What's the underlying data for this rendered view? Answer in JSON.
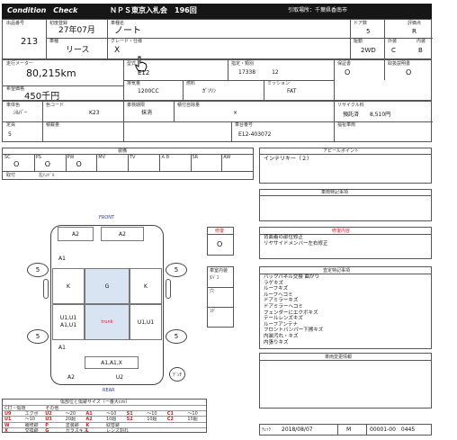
{
  "header": {
    "left": "Condition　Check",
    "center": "ＮＰＳ東京入札会　196回",
    "right": "引取場所：千葉県香南市"
  },
  "row1": {
    "lot_label": "出品番号",
    "lot": "213",
    "first_reg_label": "初度登録",
    "first_reg": "27年07月",
    "model_type_label": "車種",
    "model_type": "リース",
    "name_label": "車種名",
    "name": "ノート",
    "grade_label": "グレード・仕様",
    "grade": "X",
    "doors_label": "ドア数",
    "doors": "5",
    "drive_label": "駆動",
    "drive": "2WD",
    "score_label": "評価点",
    "score": "R",
    "ext_label": "外装",
    "ext": "C",
    "int_label": "内装",
    "int": "B"
  },
  "row2": {
    "mileage_label": "走行メーター",
    "mileage": "80,215km",
    "model_code_label": "型式",
    "model_code": "E12",
    "capacity_label": "指定・類別",
    "capacity": "17338　　　12",
    "displacement_label": "排気量",
    "displacement": "1200CC",
    "fuel_label": "燃料",
    "fuel": "ｶﾞｿﾘﾝ",
    "mission_label": "ミッション",
    "mission": "FAT",
    "warranty_label": "保証書",
    "warranty": "O",
    "manual_label": "取扱説明書",
    "manual": "O",
    "price_label": "希望価格",
    "price": "450千円"
  },
  "row3": {
    "color_label": "車体色",
    "color": "ｼﾙﾊﾞｰ",
    "color_code_label": "色コード",
    "color_code": "K23",
    "inspection_label": "車検期限",
    "inspection": "抹消",
    "recycle_label": "リサイクル料",
    "recycle": "預託済　　8,510円",
    "seats_label": "定員",
    "seats": "5",
    "load_label": "積載量",
    "vin_label": "車台番号",
    "vin": "E12-403072",
    "fuel2_label": "積付自除量",
    "fuel2": "×",
    "welfare_label": "福祉車両"
  },
  "equipment": {
    "title": "装備",
    "labels": [
      "SC",
      "PS",
      "PW",
      "MV",
      "TV",
      "ＡＢ",
      "SR",
      "AW"
    ],
    "values": [
      "O",
      "O",
      "O",
      "",
      "",
      "",
      "",
      ""
    ],
    "key_label": "取付",
    "key_value": "左ﾊﾝﾄﾞﾙ"
  },
  "appeal": {
    "title": "アピールポイント",
    "text": "インテリキー（２）"
  },
  "special": {
    "title": "車両特記事項"
  },
  "repair": {
    "title": "修復",
    "value": "O",
    "detail_title": "修復内容",
    "detail_lines": [
      "背面着の部位修正",
      "リヤサイドメンバー左右修正"
    ]
  },
  "exterior": {
    "side_labels": [
      "車室内装",
      "ﾀﾊﾞｺ",
      "穴",
      "ｺｹﾞ"
    ],
    "title": "査定特記事項",
    "lines": [
      "バックパネル交換 曲がり",
      "ラゲキズ",
      "ルーフキズ",
      "ルーフヘコミ",
      "ドアミラーキズ",
      "ドアミラーヘコミ",
      "フェンダーにエクボキズ",
      "テールレンズキズ",
      "ルーフアンテナ",
      "フロントバンパー下擦キズ",
      "内装汚れ・キズ",
      "内張りキズ"
    ]
  },
  "diagram": {
    "front": "FRONT",
    "rear": "REAR",
    "trunk": "trunk",
    "cells": {
      "a2_top_left": "A2",
      "a2_top_right": "A2",
      "a1_left_top": "A1",
      "k_left": "K",
      "g_center": "G",
      "k_right": "K",
      "u1_left": "U1,U1\nA1,U1",
      "u1_right": "U1,U1",
      "a1_left_bottom": "A1",
      "a1_bottom": "A1,A1,X",
      "a2_bottom_left": "A2",
      "u2_bottom": "U2"
    },
    "wheel": "5",
    "spare": "ﾃﾞﾝﾁ"
  },
  "legend": {
    "title": "傷部位と傷跡サイズ（一番大cm）",
    "rows": [
      [
        "C打・傷隠",
        "",
        "その他",
        "",
        "",
        "",
        "",
        "",
        "",
        ""
      ],
      [
        "U9",
        "エクボ",
        "U2",
        "～20",
        "A1",
        "～10",
        "S1",
        "～10",
        "C1",
        "～10"
      ],
      [
        "U1",
        "～10",
        "U3",
        "20超",
        "A2",
        "10超",
        "S2",
        "10超",
        "C2",
        "10超"
      ],
      [
        "W",
        "補修跡",
        "P",
        "塗装跡",
        "K",
        "取替跡",
        "",
        "",
        "",
        ""
      ],
      [
        "X",
        "交換跡",
        "G",
        "ガラスキズ",
        "L",
        "レンズ割れ",
        "",
        "",
        "",
        ""
      ]
    ]
  },
  "registry": {
    "title": "車両変更情報"
  },
  "footer": {
    "label": "ﾁｪｯｸ",
    "date": "2018/08/07",
    "mark": "M",
    "code": "00001-00　0445"
  }
}
